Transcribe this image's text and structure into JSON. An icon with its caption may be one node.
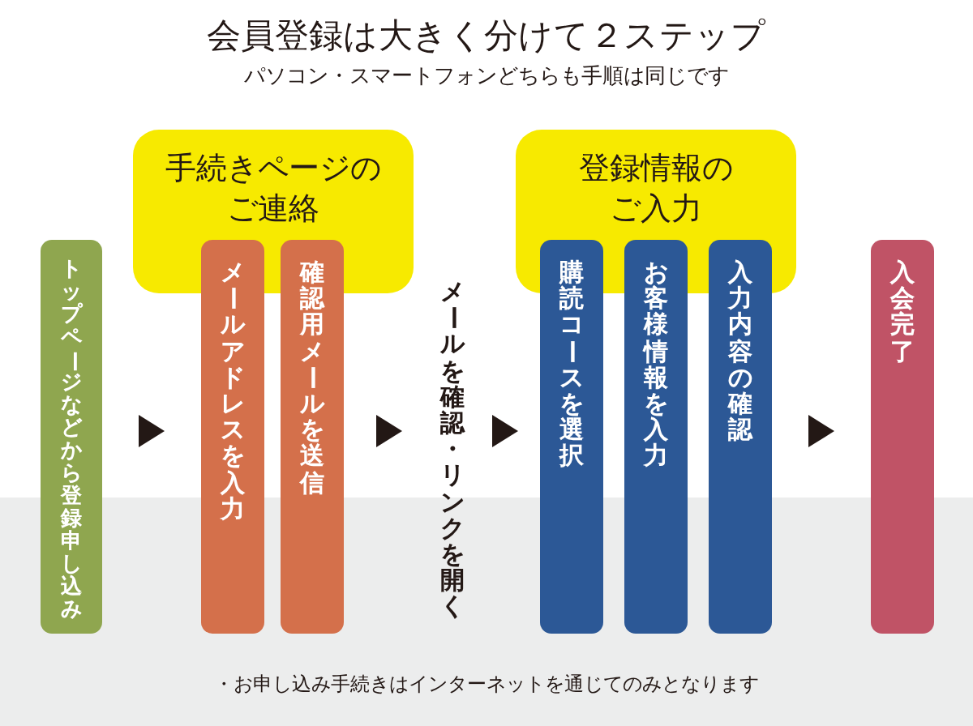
{
  "diagram": {
    "title": "会員登録は大きく分けて２ステップ",
    "nodes": [
      {
        "text": [
          "トップページなどから登録申し込み"
        ]
      },
      {
        "text": [
          "手続きページのご連絡"
        ]
      },
      {
        "text": [
          "メールアドレスを入力"
        ]
      },
      {
        "text": [
          "確認用メールを送信"
        ]
      },
      {
        "text": [
          "メールを確認・リンクを開く"
        ]
      },
      {
        "text": [
          "登録情報のご入力"
        ]
      },
      {
        "text": [
          "購読コースを選択"
        ]
      },
      {
        "text": [
          "お客様情報を入力"
        ]
      },
      {
        "text": [
          "入力内容の確認"
        ]
      },
      {
        "text": [
          "入会完了"
        ]
      }
    ],
    "edges": [
      {
        "from": 0,
        "to": 2,
        "arrow": "to"
      },
      {
        "from": 3,
        "to": 4,
        "arrow": "to"
      },
      {
        "from": 4,
        "to": 6,
        "arrow": "to"
      },
      {
        "from": 8,
        "to": 9,
        "arrow": "to"
      }
    ],
    "labels": [
      "パソコン・スマートフォンどちらも手順は同じです",
      "・お申し込み手続きはインターネットを通じてのみとなります"
    ]
  }
}
